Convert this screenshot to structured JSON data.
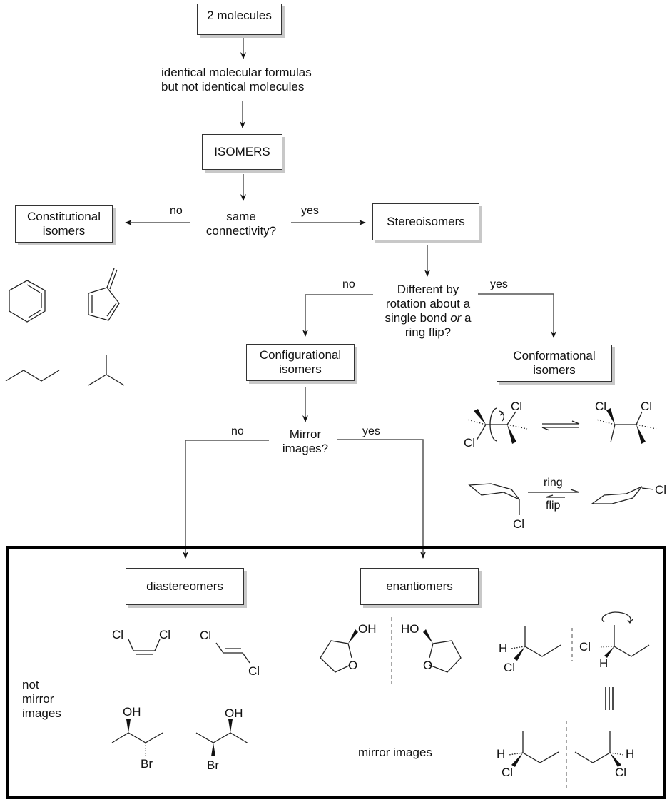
{
  "flowchart": {
    "start": "2 molecules",
    "identical_note": [
      "identical molecular formulas",
      "but not identical molecules"
    ],
    "isomers": "ISOMERS",
    "q_connectivity": [
      "same",
      "connectivity?"
    ],
    "no_label": "no",
    "yes_label": "yes",
    "constitutional": [
      "Constitutional",
      "isomers"
    ],
    "stereoisomers": "Stereoisomers",
    "q_rotation": [
      "Different by",
      "rotation about a",
      "single bond ",
      "or",
      " a",
      "ring flip?"
    ],
    "configurational": [
      "Configurational",
      "isomers"
    ],
    "conformational": [
      "Conformational",
      "isomers"
    ],
    "q_mirror": [
      "Mirror",
      "images?"
    ],
    "diastereomers": "diastereomers",
    "enantiomers": "enantiomers",
    "not_mirror_images": [
      "not",
      "mirror",
      "images"
    ],
    "mirror_images": "mirror images"
  },
  "conformational_examples": {
    "ring_flip_label_top": "ring",
    "ring_flip_label_bottom": "flip",
    "atoms": {
      "cl": "Cl"
    }
  },
  "atoms": {
    "cl": "Cl",
    "oh": "OH",
    "ho": "HO",
    "o": "O",
    "br": "Br",
    "h": "H"
  },
  "equivalence_symbol": "|||"
}
